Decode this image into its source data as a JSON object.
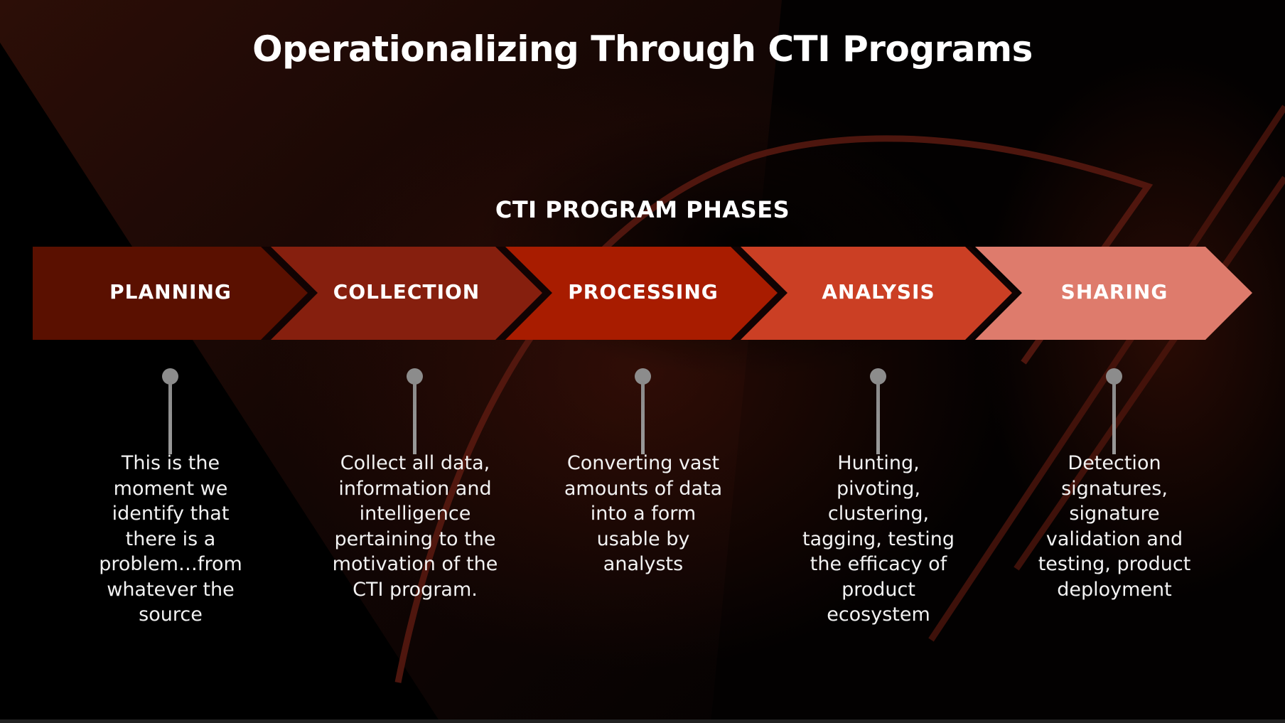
{
  "title": "Operationalizing Through CTI Programs",
  "subtitle": "CTI PROGRAM PHASES",
  "colors": {
    "background": "#030101",
    "planning": "#5a1000",
    "collection": "#861f0e",
    "processing": "#a81c00",
    "analysis": "#cb3f24",
    "sharing": "#de7b6c",
    "pin": "#8c8c8c",
    "accent_line": "#5a1a10"
  },
  "phases": [
    {
      "label": "PLANNING",
      "description": "This is the\nmoment we\nidentify that\nthere is a\nproblem…from\nwhatever the\nsource"
    },
    {
      "label": "COLLECTION",
      "description": "Collect all data,\ninformation and\nintelligence\npertaining to the\nmotivation of the\nCTI program."
    },
    {
      "label": "PROCESSING",
      "description": "Converting vast\namounts of data\ninto a form\nusable by\nanalysts"
    },
    {
      "label": "ANALYSIS",
      "description": "Hunting,\npivoting,\nclustering,\ntagging,  testing\nthe efficacy of\nproduct\necosystem"
    },
    {
      "label": "SHARING",
      "description": "Detection\nsignatures,\nsignature\nvalidation and\ntesting, product\ndeployment"
    }
  ]
}
